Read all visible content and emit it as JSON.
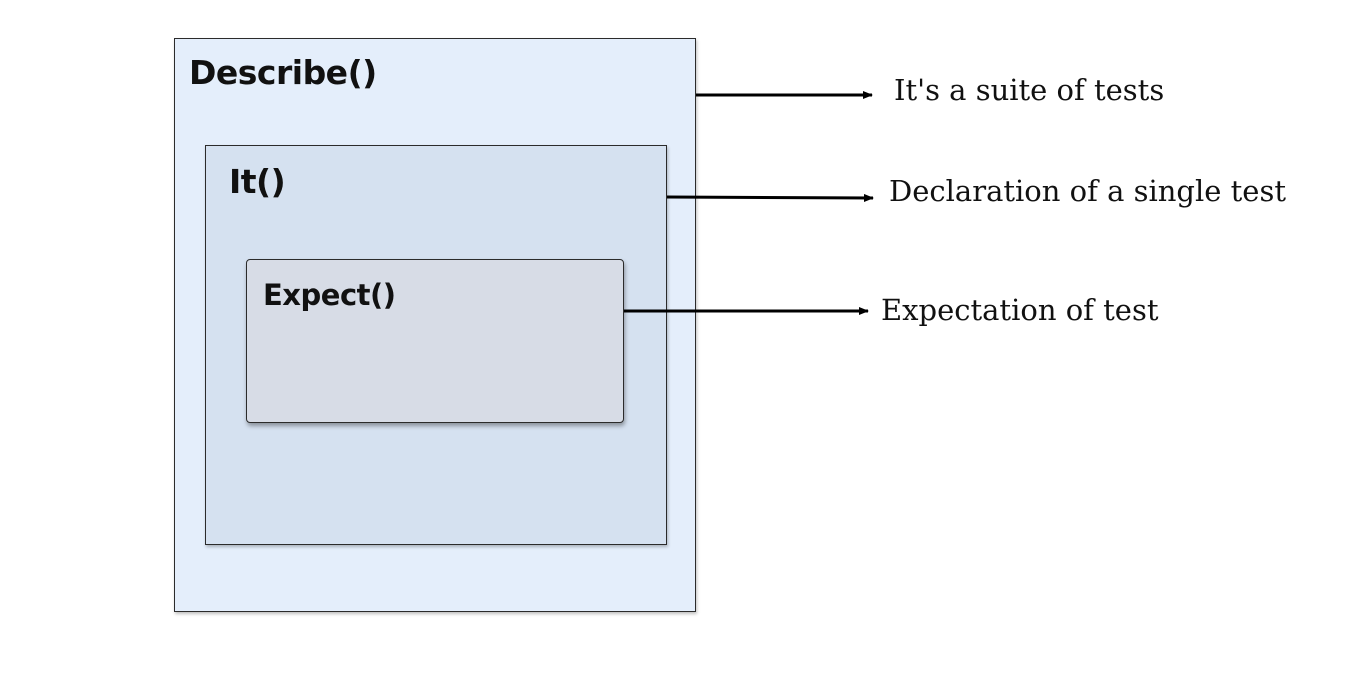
{
  "boxes": {
    "describe": "Describe()",
    "it": "It()",
    "expect": "Expect()"
  },
  "annotations": {
    "suite": "It's a suite of tests",
    "single_test": "Declaration of a single test",
    "expectation": "Expectation of test"
  },
  "colors": {
    "describe_fill": "#e4eefb",
    "it_fill": "#d5e1f0",
    "expect_fill": "#d7dce6",
    "line": "#000000"
  }
}
